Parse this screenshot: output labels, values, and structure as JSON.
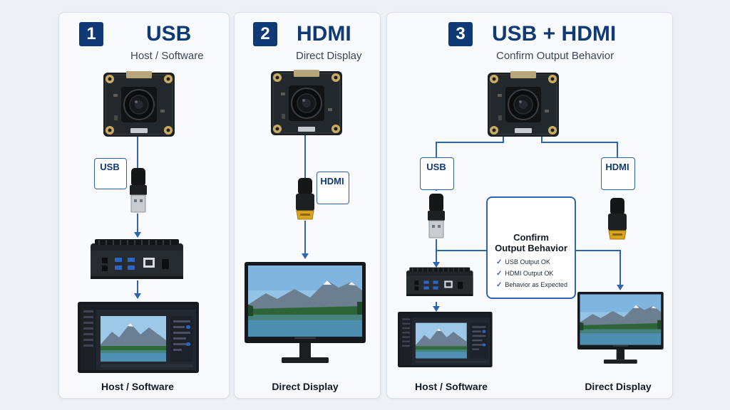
{
  "panels": [
    {
      "number": "1",
      "title": "USB",
      "subtitle": "Host / Software",
      "port_label": "USB",
      "caption": "Host / Software"
    },
    {
      "number": "2",
      "title": "HDMI",
      "subtitle": "Direct Display",
      "port_label": "HDMI",
      "caption": "Direct Display"
    },
    {
      "number": "3",
      "title": "USB + HDMI",
      "subtitle": "Confirm Output Behavior",
      "usb_port_label": "USB",
      "hdmi_port_label": "HDMI",
      "caption_left": "Host / Software",
      "caption_right": "Direct Display",
      "confirm": {
        "title_line1": "Confirm",
        "title_line2": "Output Behavior",
        "checks": [
          "USB Output OK",
          "HDMI Output OK",
          "Behavior as Expected"
        ]
      }
    }
  ],
  "colors": {
    "accent": "#0f3a75",
    "line": "#2f64b0",
    "hdmi_gold": "#d9a521"
  }
}
